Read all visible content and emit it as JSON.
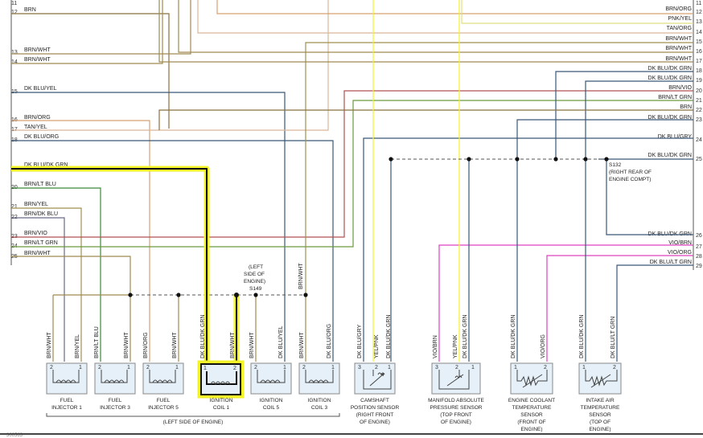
{
  "left_wires": [
    {
      "pin": "11",
      "label": ""
    },
    {
      "pin": "12",
      "label": "BRN"
    },
    {
      "pin": "13",
      "label": "BRN/WHT"
    },
    {
      "pin": "14",
      "label": "BRN/WHT"
    },
    {
      "pin": "15",
      "label": "DK BLU/YEL"
    },
    {
      "pin": "16",
      "label": "BRN/ORG"
    },
    {
      "pin": "17",
      "label": "TAN/YEL"
    },
    {
      "pin": "18",
      "label": "DK BLU/ORG"
    },
    {
      "pin": "19",
      "label": "DK BLU/DK GRN"
    },
    {
      "pin": "20",
      "label": "BRN/LT BLU"
    },
    {
      "pin": "21",
      "label": "BRN/YEL"
    },
    {
      "pin": "22",
      "label": "BRN/DK BLU"
    },
    {
      "pin": "23",
      "label": "BRN/VIO"
    },
    {
      "pin": "24",
      "label": "BRN/LT GRN"
    },
    {
      "pin": "25",
      "label": "BRN/WHT"
    }
  ],
  "right_wires": [
    {
      "pin": "11",
      "label": ""
    },
    {
      "pin": "12",
      "label": "BRN/ORG"
    },
    {
      "pin": "13",
      "label": "PNK/YEL"
    },
    {
      "pin": "14",
      "label": "TAN/ORG"
    },
    {
      "pin": "15",
      "label": "BRN/WHT"
    },
    {
      "pin": "16",
      "label": "BRN/WHT"
    },
    {
      "pin": "17",
      "label": "BRN/WHT"
    },
    {
      "pin": "18",
      "label": "DK BLU/DK GRN"
    },
    {
      "pin": "19",
      "label": "DK BLU/DK GRN"
    },
    {
      "pin": "20",
      "label": "BRN/VIO"
    },
    {
      "pin": "21",
      "label": "BRN/LT GRN"
    },
    {
      "pin": "22",
      "label": "BRN"
    },
    {
      "pin": "23",
      "label": "DK BLU/DK GRN"
    },
    {
      "pin": "24",
      "label": "DK BLU/GRY"
    },
    {
      "pin": "25",
      "label": "DK BLU/DK GRN"
    },
    {
      "pin": "26",
      "label": "DK BLU/DK GRN"
    },
    {
      "pin": "27",
      "label": "VIO/BRN"
    },
    {
      "pin": "28",
      "label": "VIO/ORG"
    },
    {
      "pin": "29",
      "label": "DK BLU/LT GRN"
    }
  ],
  "splices": {
    "s149": {
      "line1": "(LEFT",
      "line2": "SIDE OF",
      "line3": "ENGINE)",
      "id": "S149"
    },
    "s132": {
      "id": "S132",
      "line1": "(RIGHT REAR OF",
      "line2": "ENGINE COMPT)"
    }
  },
  "components": [
    {
      "name1": "FUEL",
      "name2": "INJECTOR 1",
      "name3": "",
      "name4": "",
      "pins": [
        "2",
        "1"
      ],
      "wires": [
        "BRN/WHT",
        "BRN/YEL"
      ]
    },
    {
      "name1": "FUEL",
      "name2": "INJECTOR 3",
      "name3": "",
      "name4": "",
      "pins": [
        "2",
        "1"
      ],
      "wires": [
        "BRN/LT BLU",
        "BRN/WHT"
      ]
    },
    {
      "name1": "FUEL",
      "name2": "INJECTOR 5",
      "name3": "",
      "name4": "",
      "pins": [
        "2",
        "1"
      ],
      "wires": [
        "BRN/ORG",
        "BRN/WHT"
      ]
    },
    {
      "name1": "IGNITION",
      "name2": "COIL 1",
      "name3": "",
      "name4": "",
      "pins": [
        "1",
        "2"
      ],
      "wires": [
        "DK BLU/DK GRN",
        "BRN/WHT"
      ]
    },
    {
      "name1": "IGNITION",
      "name2": "COIL 5",
      "name3": "",
      "name4": "",
      "pins": [
        "2",
        "1"
      ],
      "wires": [
        "BRN/WHT",
        "DK BLU/YEL"
      ]
    },
    {
      "name1": "IGNITION",
      "name2": "COIL 3",
      "name3": "",
      "name4": "",
      "pins": [
        "2",
        "1"
      ],
      "wires": [
        "BRN/WHT",
        "DK BLU/ORG"
      ]
    },
    {
      "name1": "CAMSHAFT",
      "name2": "POSITION SENSOR",
      "name3": "(RIGHT FRONT",
      "name4": "OF ENGINE)",
      "pins": [
        "3",
        "2",
        "1"
      ],
      "wires": [
        "DK BLU/GRY",
        "YEL/PNK",
        "DK BLU/DK GRN"
      ]
    },
    {
      "name1": "MANIFOLD ABSOLUTE",
      "name2": "PRESSURE SENSOR",
      "name3": "(TOP FRONT",
      "name4": "OF ENGINE)",
      "pins": [
        "3",
        "2",
        "1"
      ],
      "wires": [
        "VIO/BRN",
        "YEL/PNK",
        "DK BLU/DK GRN"
      ]
    },
    {
      "name1": "ENGINE COOLANT",
      "name2": "TEMPERATURE",
      "name3": "SENSOR",
      "name4": "(FRONT OF",
      "name5": "ENGINE)",
      "pins": [
        "1",
        "2"
      ],
      "wires": [
        "DK BLU/DK GRN",
        "VIO/ORG"
      ]
    },
    {
      "name1": "INTAKE AIR",
      "name2": "TEMPERATURE",
      "name3": "SENSOR",
      "name4": "(TOP OF",
      "name5": "ENGINE)",
      "pins": [
        "1",
        "2"
      ],
      "wires": [
        "DK BLU/DK GRN",
        "DK BLU/LT GRN"
      ]
    }
  ],
  "vertical_labels": {
    "s149_wire": "BRN/WHT"
  },
  "group_label": "(LEFT SIDE OF ENGINE)",
  "figure_id": "300563",
  "colors": {
    "brown": "#8b7240",
    "tan": "#d9b899",
    "orange": "#e6a060",
    "blue": "#3a5878",
    "green": "#3b8a3b",
    "yellow": "#f3f32a",
    "highlight": "#ffff00",
    "pink": "#e040c0",
    "olive": "#a0a060",
    "red": "#b05050"
  }
}
